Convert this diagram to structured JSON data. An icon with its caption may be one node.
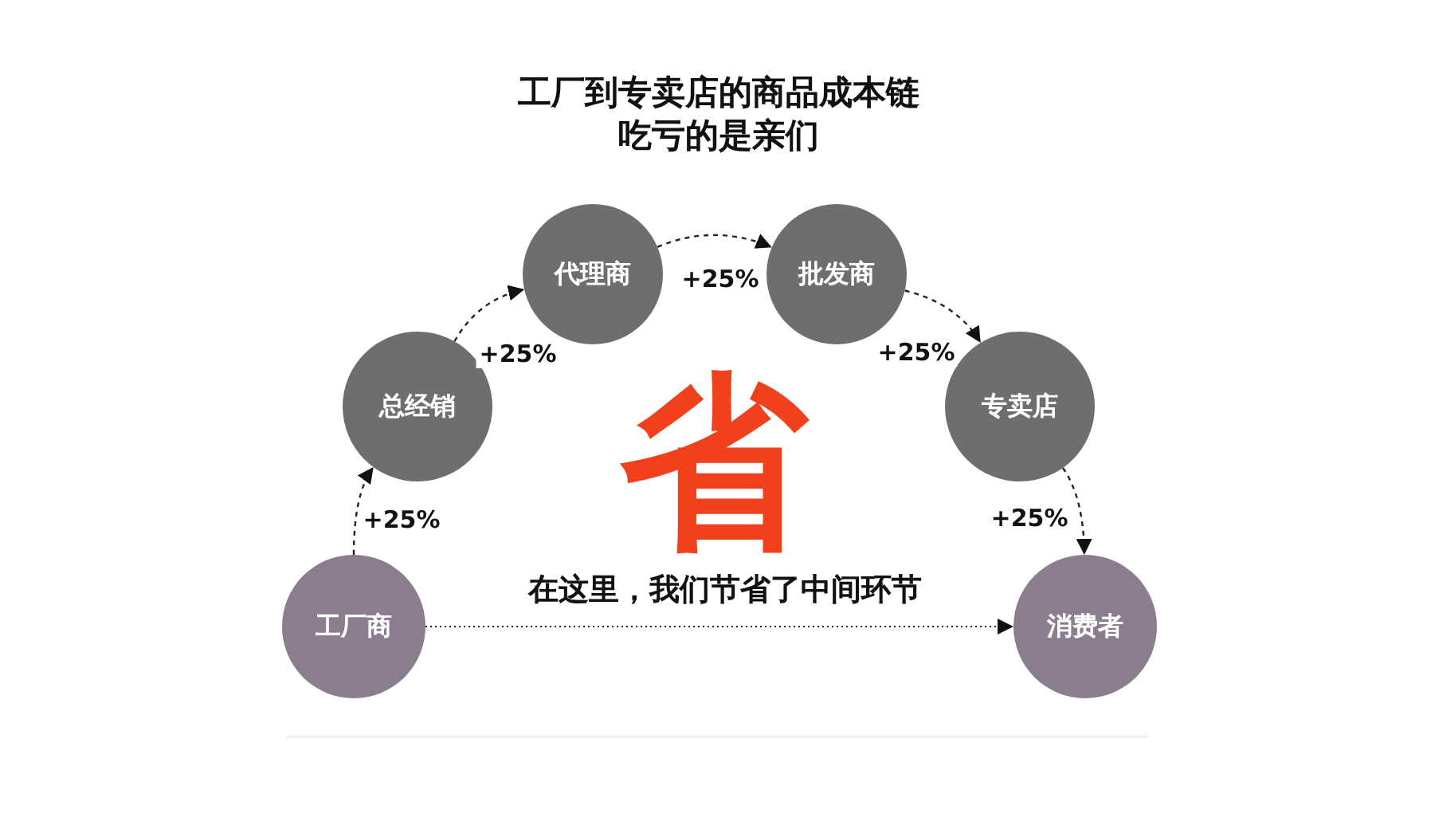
{
  "diagram": {
    "title": "工厂到专卖店的商品成本链吃亏的是亲们",
    "nodes": [
      {
        "text": [
          "工厂商"
        ]
      },
      {
        "text": [
          "总经销"
        ]
      },
      {
        "text": [
          "代理商"
        ]
      },
      {
        "text": [
          "批发商"
        ]
      },
      {
        "text": [
          "专卖店"
        ]
      },
      {
        "text": [
          "消费者"
        ]
      }
    ],
    "edges": [
      {
        "from": 0,
        "to": 1,
        "arrow": "to",
        "label": "+25%",
        "style": "dashed"
      },
      {
        "from": 1,
        "to": 2,
        "arrow": "to",
        "label": "+25%",
        "style": "dashed"
      },
      {
        "from": 2,
        "to": 3,
        "arrow": "to",
        "label": "+25%",
        "style": "dashed"
      },
      {
        "from": 3,
        "to": 4,
        "arrow": "to",
        "label": "+25%",
        "style": "dashed"
      },
      {
        "from": 4,
        "to": 5,
        "arrow": "to",
        "label": "+25%",
        "style": "dashed"
      },
      {
        "from": 0,
        "to": 5,
        "arrow": "to",
        "label": "在这里，我们节省了中间环节"
      }
    ],
    "labels": [
      "省"
    ]
  }
}
